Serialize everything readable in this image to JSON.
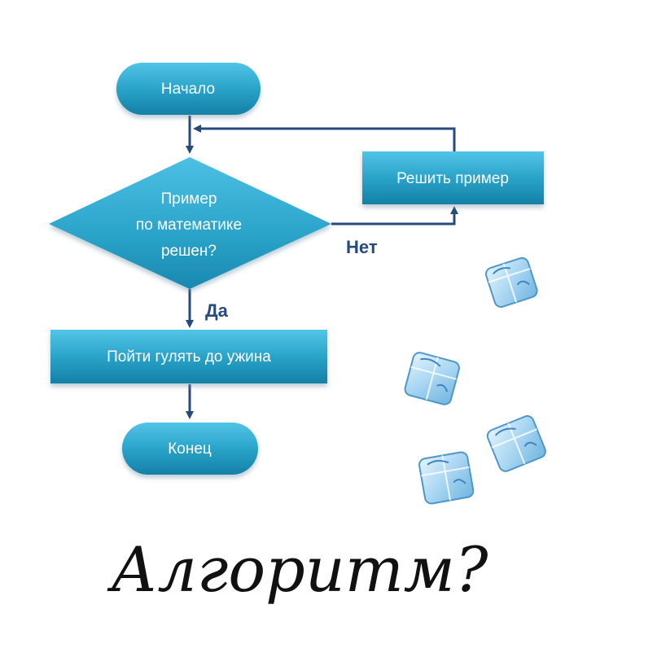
{
  "flowchart": {
    "start": "Начало",
    "decision": [
      "Пример",
      "по математике",
      "решен?"
    ],
    "loop_action": "Решить пример",
    "yes_action": "Пойти гулять до ужина",
    "end": "Конец",
    "label_no": "Нет",
    "label_yes": "Да"
  },
  "caption": "Алгоритм?",
  "colors": {
    "node_fill": "#2aa3c9",
    "node_dark": "#1580a6",
    "arrow": "#264a7e",
    "label": "#264a7e",
    "ice": "#a9d6f2"
  },
  "decorations": [
    "ice-cube-icon",
    "ice-cube-icon",
    "ice-cube-icon",
    "ice-cube-icon"
  ]
}
